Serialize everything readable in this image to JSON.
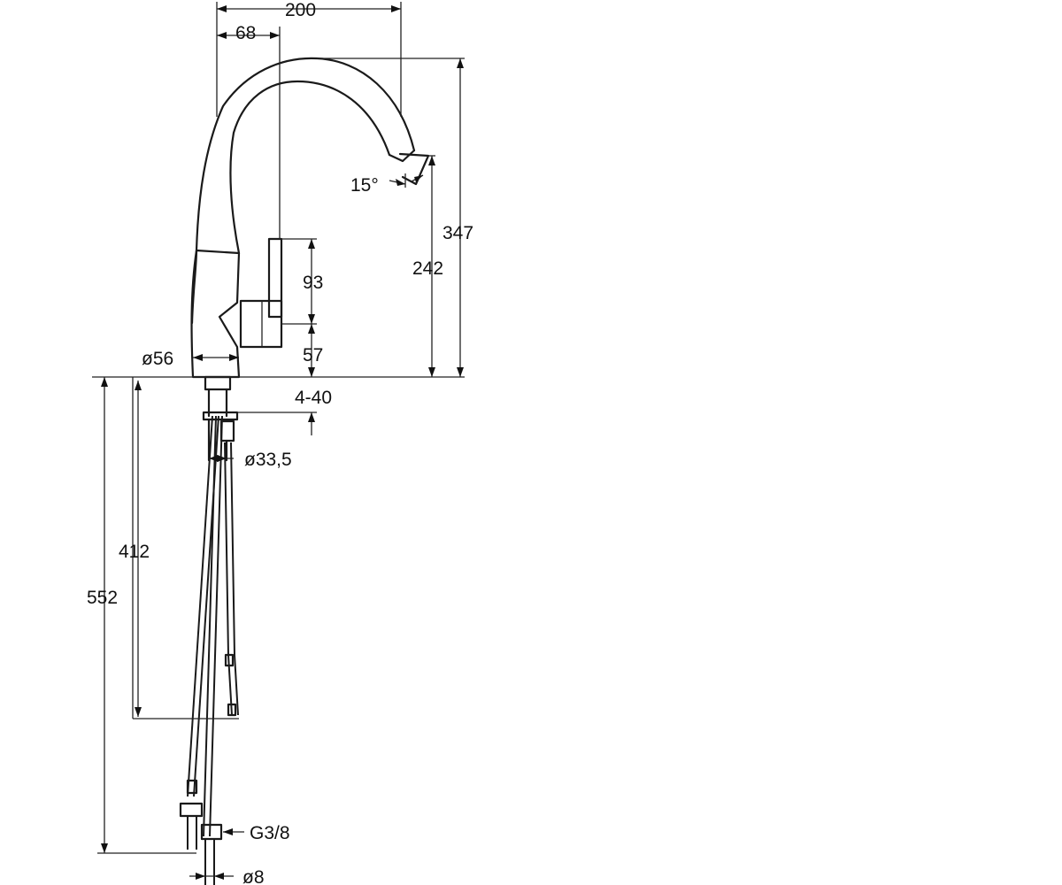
{
  "diagram": {
    "dimensions": {
      "width_total": "200",
      "spout_offset": "68",
      "spout_angle": "15°",
      "height_total": "347",
      "spout_height": "242",
      "lever_height": "93",
      "lever_base": "57",
      "base_diameter": "ø56",
      "deck_thickness": "4-40",
      "shank_diameter": "ø33,5",
      "shank_length": "412",
      "hose_length": "552",
      "connection_thread": "G3/8",
      "hose_diameter": "ø8"
    }
  }
}
